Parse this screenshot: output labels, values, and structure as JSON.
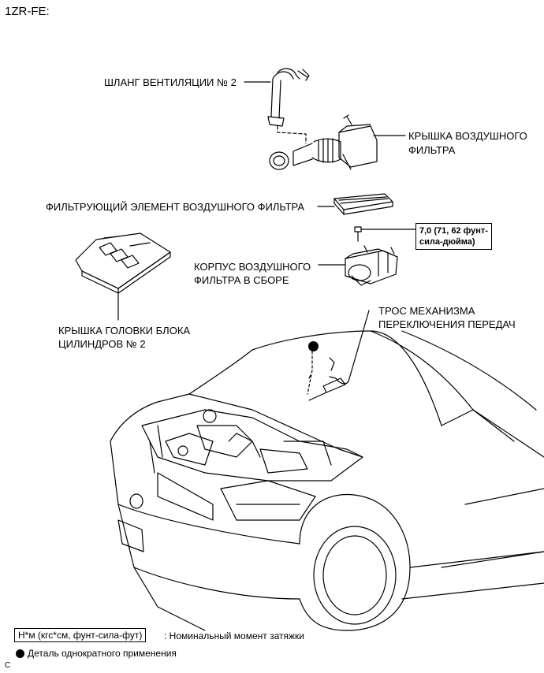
{
  "title": "1ZR-FE:",
  "labels": {
    "vent_hose": "ШЛАНГ ВЕНТИЛЯЦИИ № 2",
    "air_cleaner_cap_1": "КРЫШКА ВОЗДУШНОГО",
    "air_cleaner_cap_2": "ФИЛЬТРА",
    "filter_element": "ФИЛЬТРУЮЩИЙ ЭЛЕМЕНТ ВОЗДУШНОГО ФИЛЬТРА",
    "case_1": "КОРПУС ВОЗДУШНОГО",
    "case_2": "ФИЛЬТРА В СБОРЕ",
    "head_cover_1": "КРЫШКА ГОЛОВКИ БЛОКА",
    "head_cover_2": "ЦИЛИНДРОВ № 2",
    "cable_1": "ТРОС МЕХАНИЗМА",
    "cable_2": "ПЕРЕКЛЮЧЕНИЯ ПЕРЕДАЧ"
  },
  "torque": {
    "line1": "7,0 (71, 62 фунт-",
    "line2": "сила-дюйма)"
  },
  "legend": {
    "torque_units": "Н*м (кгс*см, фунт-сила-фут)",
    "torque_desc": ": Номинальный момент затяжки",
    "single_use": "Деталь однократного применения"
  },
  "corner_code": "C"
}
